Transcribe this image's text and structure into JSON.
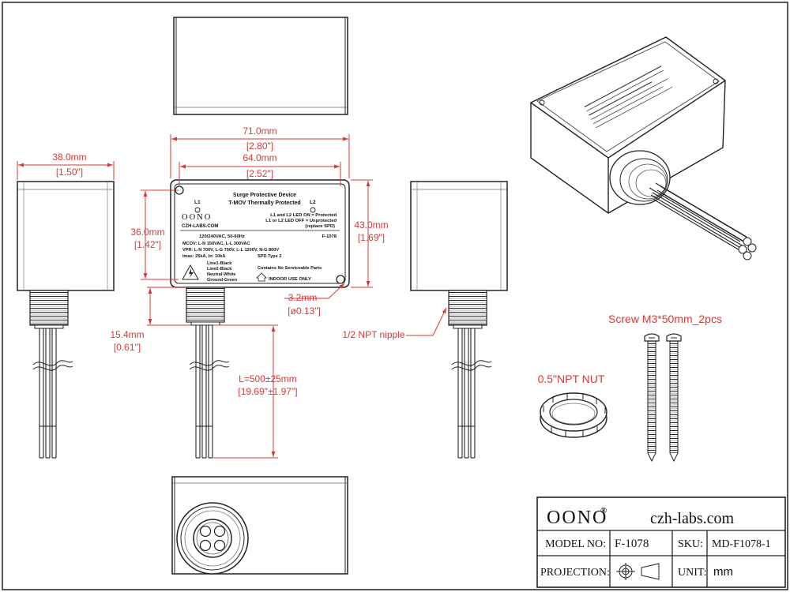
{
  "dimensions": {
    "width_mm": "71.0mm",
    "width_in": "[2.80\"]",
    "inner_width_mm": "64.0mm",
    "inner_width_in": "[2.52\"]",
    "depth_mm": "38.0mm",
    "depth_in": "[1.50\"]",
    "inner_height_mm": "36.0mm",
    "inner_height_in": "[1.42\"]",
    "height_mm": "43.0mm",
    "height_in": "[1.69\"]",
    "hole_mm": "3.2mm",
    "hole_in": "[ø0.13\"]",
    "nipple_mm": "15.4mm",
    "nipple_in": "[0.61\"]",
    "lead_mm": "L=500±25mm",
    "lead_in": "[19.69\"±1.97\"]"
  },
  "labels": {
    "nipple": "1/2 NPT nipple",
    "screw": "Screw M3*50mm_2pcs",
    "nut": "0.5\"NPT NUT"
  },
  "plate": {
    "title": "Surge Protective Device",
    "subtitle": "T-MOV Thermally Protected",
    "l1": "L1",
    "l2": "L2",
    "brand": "OONO",
    "site": "CZH-LABS.COM",
    "led_on": "L1 and L2 LED ON = Protected",
    "led_off": "L1 or L2 LED OFF = Unprotected",
    "led_replace": "(replace SPD)",
    "rating": "120/240VAC, 50-60Hz",
    "model": "F-1078",
    "mcov": "MCOV: L-N 150VAC, L-L 300VAC",
    "vpr": "VPR: L-N 700V, L-G 700V, L-L 1200V, N-G 800V",
    "imax": "Imax: 25kA, In: 10kA",
    "type": "SPD Type 2",
    "wire1": "Line1-Black",
    "wire2": "Line2-Black",
    "wire3": "Neutral-White",
    "wire4": "Ground-Green",
    "service": "Contains No Serviceable Parts",
    "indoor": "INDOOR USE ONLY"
  },
  "title_block": {
    "brand": "OONO",
    "reg": "®",
    "website": "czh-labs.com",
    "model_label": "MODEL NO:",
    "model_value": "F-1078",
    "sku_label": "SKU:",
    "sku_value": "MD-F1078-1",
    "projection_label": "PROJECTION:",
    "unit_label": "UNIT:",
    "unit_value": "mm"
  }
}
